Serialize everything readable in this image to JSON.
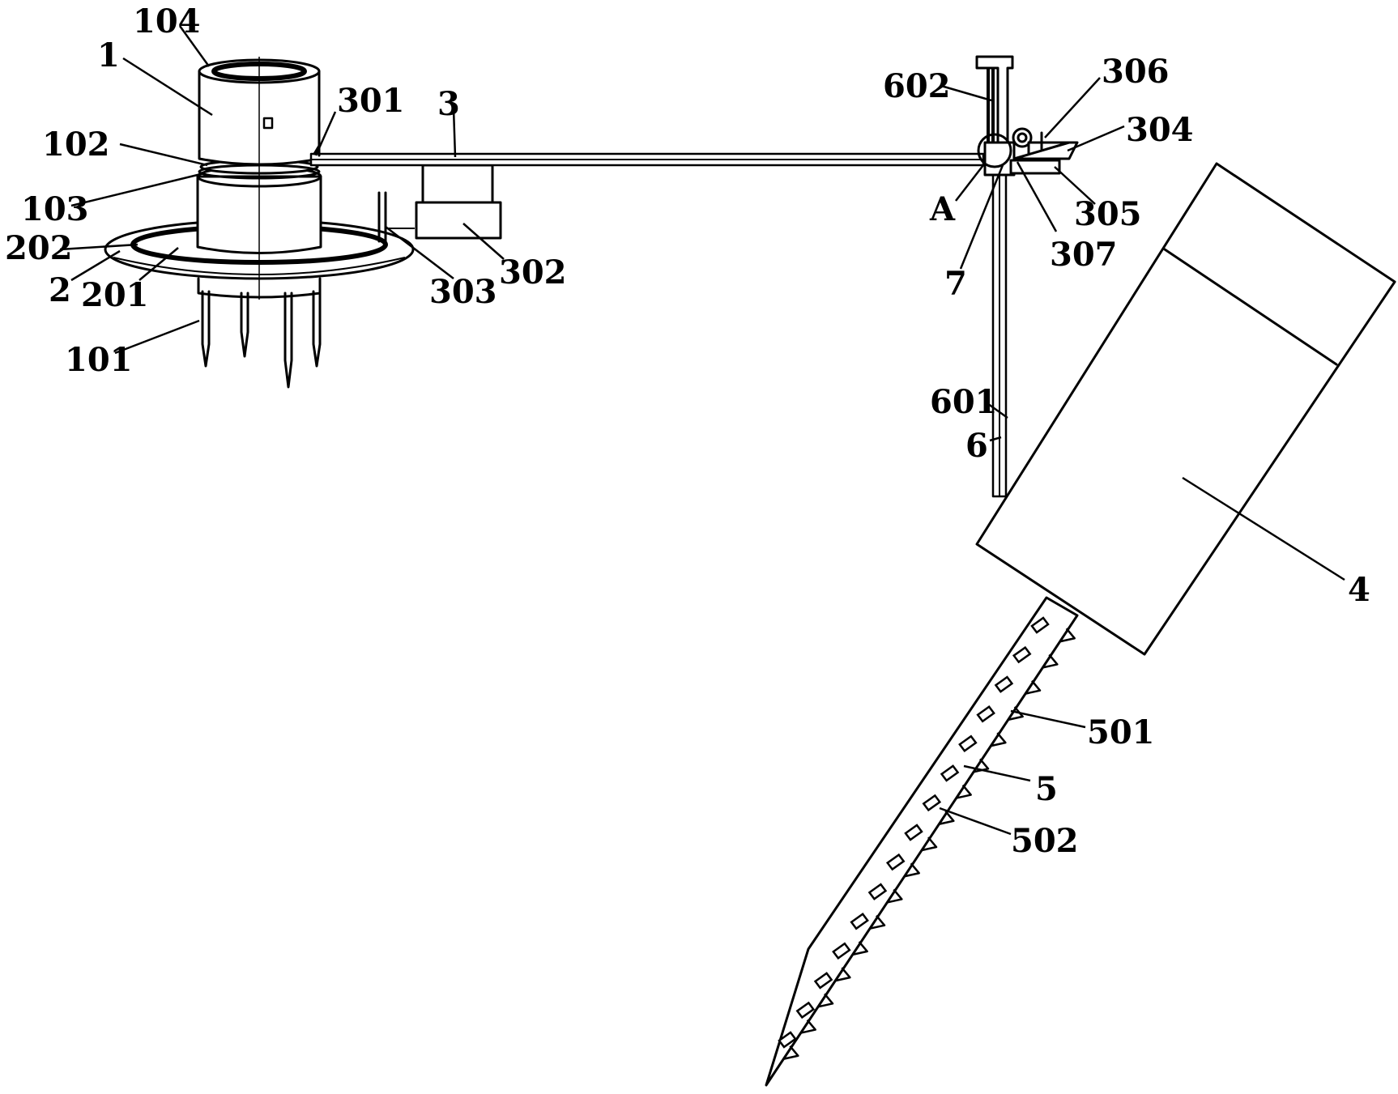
{
  "labels": {
    "l104": "104",
    "l1": "1",
    "l301": "301",
    "l3": "3",
    "l102": "102",
    "l103": "103",
    "l202": "202",
    "l2": "2",
    "l201": "201",
    "l303": "303",
    "l302": "302",
    "l101": "101",
    "l602": "602",
    "l306": "306",
    "l304": "304",
    "lA": "A",
    "l305": "305",
    "l307": "307",
    "l7": "7",
    "l601": "601",
    "l6": "6",
    "l4": "4",
    "l501": "501",
    "l5": "5",
    "l502": "502"
  }
}
